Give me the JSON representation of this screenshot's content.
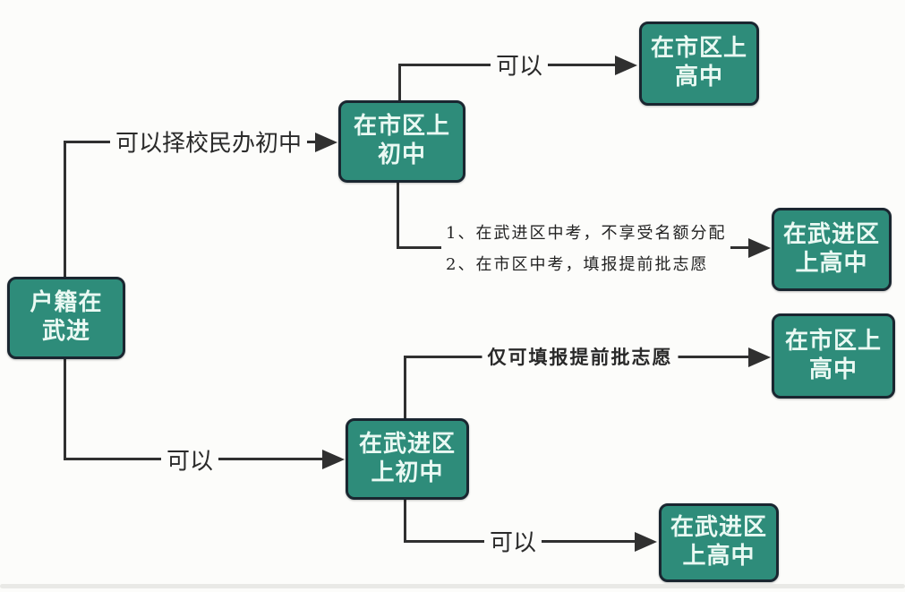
{
  "colors": {
    "node_fill": "#2e8c7a",
    "node_border": "#1a2630",
    "node_text": "#eaf9f3",
    "connector": "#303030",
    "background": "#fcfcfa"
  },
  "nodes": {
    "hukou_in_wujin": {
      "line1": "户籍在",
      "line2": "武进"
    },
    "junior_in_city": {
      "line1": "在市区上",
      "line2": "初中"
    },
    "senior_in_city_top": {
      "line1": "在市区上",
      "line2": "高中"
    },
    "senior_in_wujin_mid": {
      "line1": "在武进区",
      "line2": "上高中"
    },
    "senior_in_city_mid": {
      "line1": "在市区上",
      "line2": "高中"
    },
    "junior_in_wujin": {
      "line1": "在武进区",
      "line2": "上初中"
    },
    "senior_in_wujin_bottom": {
      "line1": "在武进区",
      "line2": "上高中"
    }
  },
  "edge_labels": {
    "choose_private_junior": "可以择校民办初中",
    "can_top": "可以",
    "can_left": "可以",
    "can_bottom": "可以",
    "only_advance_batch": "仅可填报提前批志愿",
    "note_line1": "1、在武进区中考，不享受名额分配",
    "note_line2": "2、在市区中考，填报提前批志愿"
  }
}
